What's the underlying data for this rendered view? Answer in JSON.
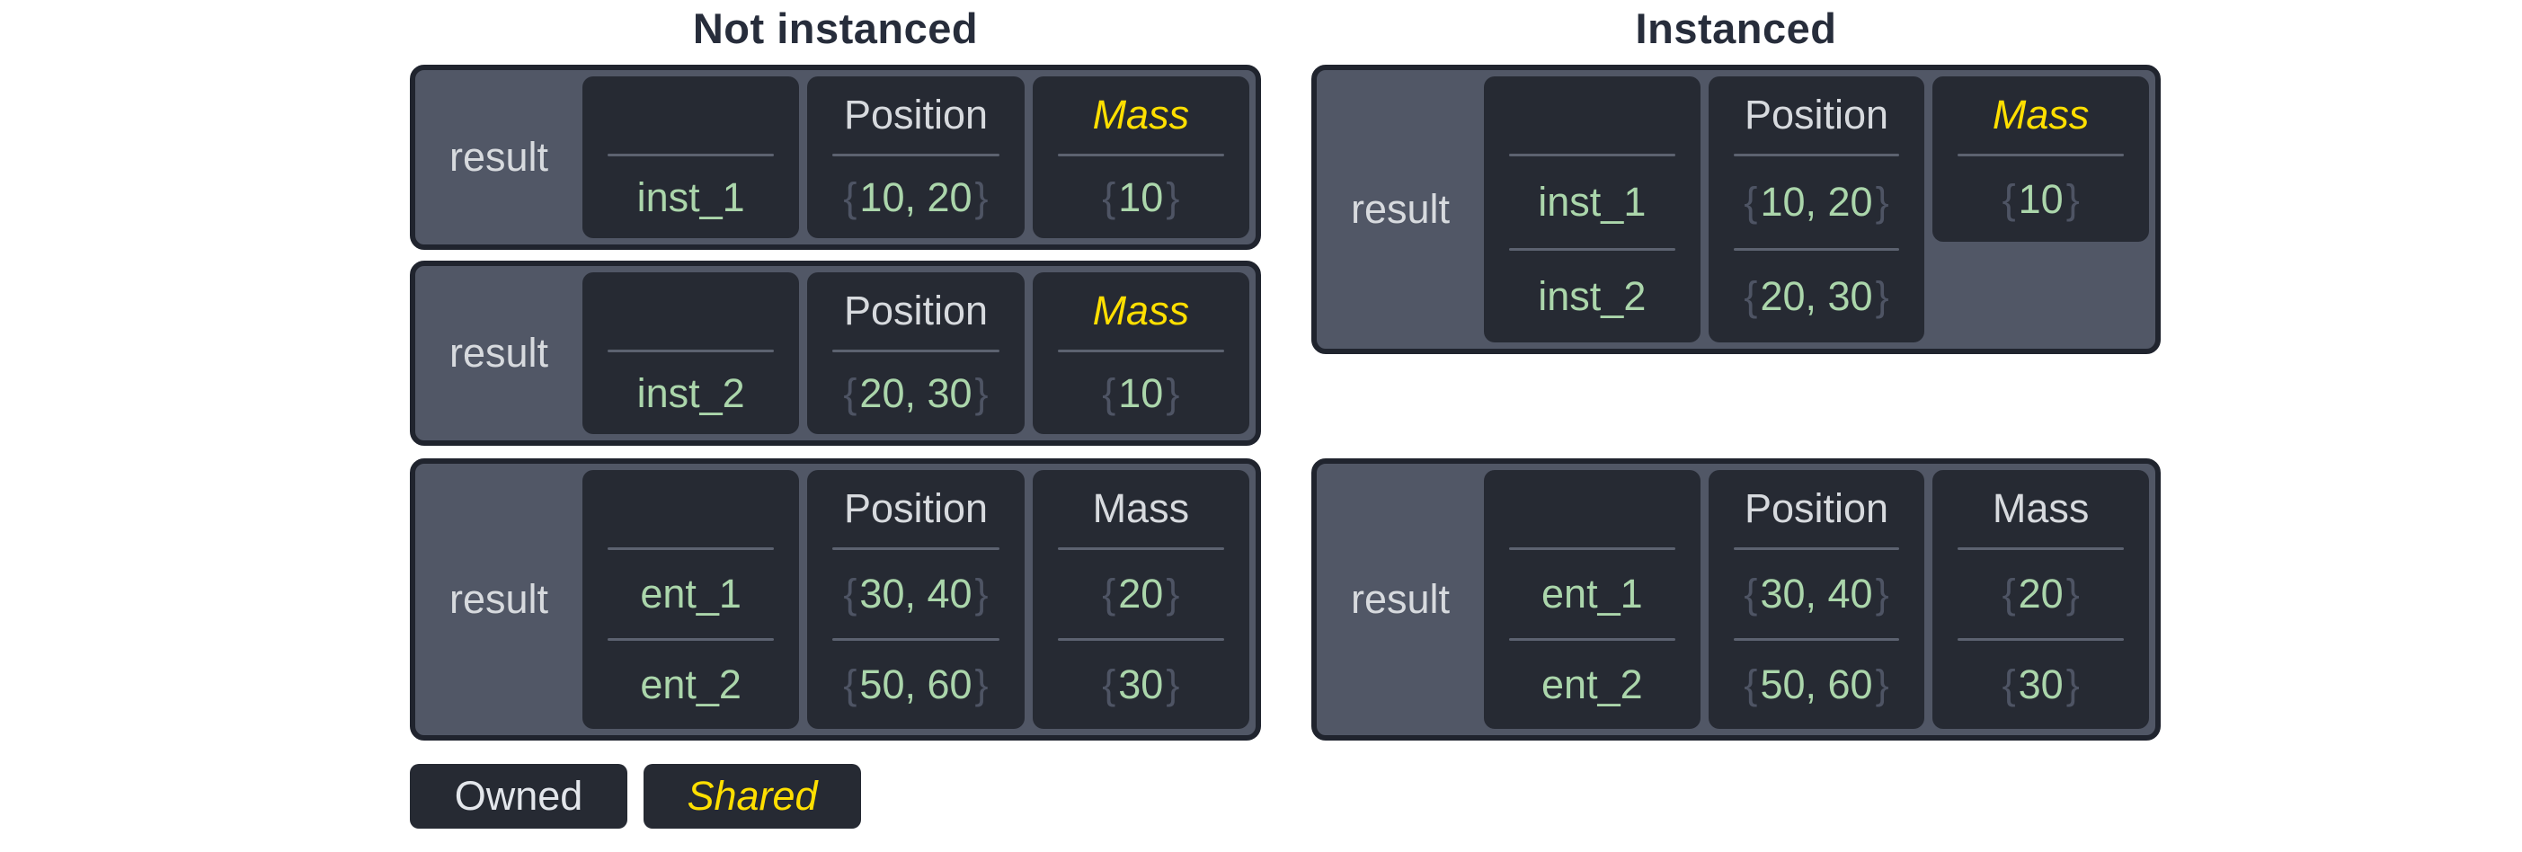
{
  "colors": {
    "border": "#20242e",
    "slate": "#515766",
    "cell": "#262a33",
    "divider": "#5c6270",
    "label": "#d7dade",
    "green": "#abd6ab",
    "brace": "#4e5464",
    "yellow": "#ffdf00",
    "title": "#272d3b",
    "chipText": "#e3e6eb"
  },
  "braces": {
    "open": "{",
    "close": "}"
  },
  "sections": [
    {
      "title": "Not instanced",
      "boxes": [
        {
          "result": "result",
          "cols": [
            {
              "header": "",
              "rows": [
                "inst_1"
              ],
              "shared": false
            },
            {
              "header": "Position",
              "rows": [
                "10, 20"
              ],
              "shared": false
            },
            {
              "header": "Mass",
              "rows": [
                "10"
              ],
              "shared": true
            }
          ]
        },
        {
          "result": "result",
          "cols": [
            {
              "header": "",
              "rows": [
                "inst_2"
              ],
              "shared": false
            },
            {
              "header": "Position",
              "rows": [
                "20, 30"
              ],
              "shared": false
            },
            {
              "header": "Mass",
              "rows": [
                "10"
              ],
              "shared": true
            }
          ]
        },
        {
          "result": "result",
          "cols": [
            {
              "header": "",
              "rows": [
                "ent_1",
                "ent_2"
              ],
              "shared": false
            },
            {
              "header": "Position",
              "rows": [
                "30, 40",
                "50, 60"
              ],
              "shared": false
            },
            {
              "header": "Mass",
              "rows": [
                "20",
                "30"
              ],
              "shared": false
            }
          ]
        }
      ]
    },
    {
      "title": "Instanced",
      "boxes": [
        {
          "result": "result",
          "cols": [
            {
              "header": "",
              "rows": [
                "inst_1",
                "inst_2"
              ],
              "shared": false
            },
            {
              "header": "Position",
              "rows": [
                "10, 20",
                "20, 30"
              ],
              "shared": false
            },
            {
              "header": "Mass",
              "rows": [
                "10"
              ],
              "shared": true,
              "short": true
            }
          ]
        },
        {
          "result": "result",
          "cols": [
            {
              "header": "",
              "rows": [
                "ent_1",
                "ent_2"
              ],
              "shared": false
            },
            {
              "header": "Position",
              "rows": [
                "30, 40",
                "50, 60"
              ],
              "shared": false
            },
            {
              "header": "Mass",
              "rows": [
                "20",
                "30"
              ],
              "shared": false
            }
          ]
        }
      ]
    }
  ],
  "legend": {
    "owned_label": "Owned",
    "shared_label": "Shared"
  }
}
